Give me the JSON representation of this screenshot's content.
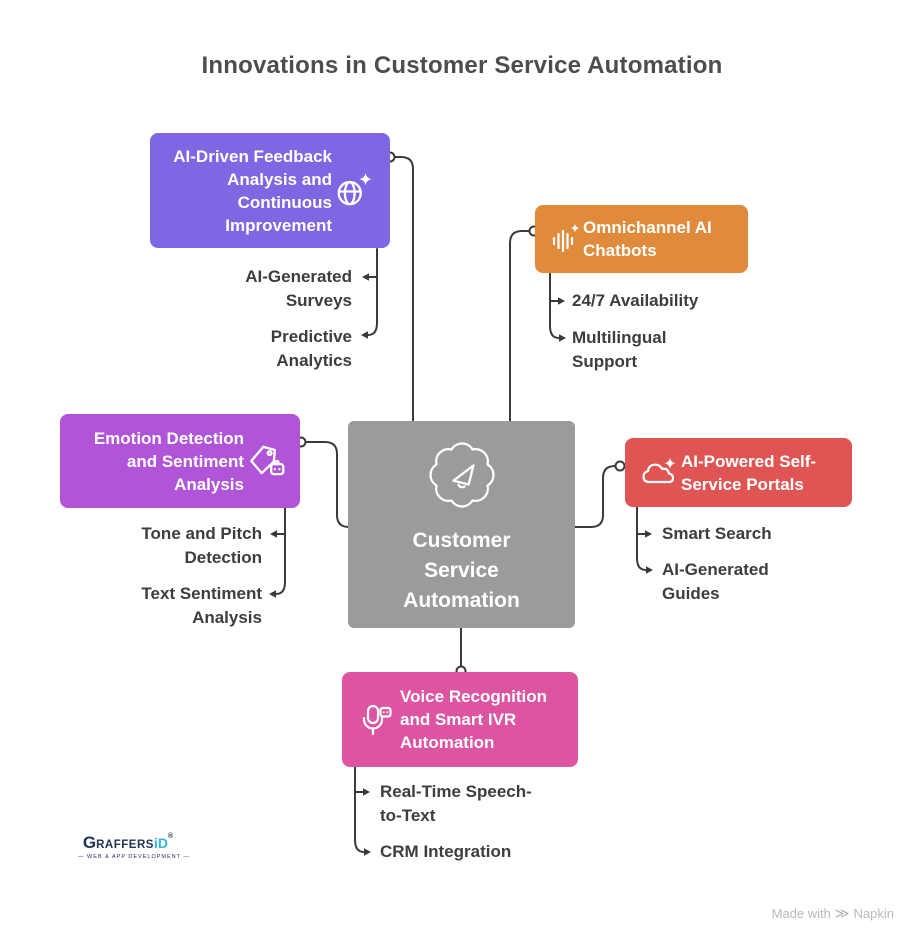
{
  "title": "Innovations in Customer Service Automation",
  "center": {
    "label": "Customer Service Automation",
    "icon": "megaphone-gear"
  },
  "branches": {
    "feedback": {
      "title": "AI-Driven Feedback Analysis and Continuous Improvement",
      "icon": "globe-sparkle",
      "children": [
        "AI-Generated Surveys",
        "Predictive Analytics"
      ]
    },
    "chatbots": {
      "title": "Omnichannel AI Chatbots",
      "icon": "waveform-sparkle",
      "children": [
        "24/7 Availability",
        "Multilingual Support"
      ]
    },
    "emotion": {
      "title": "Emotion Detection and Sentiment Analysis",
      "icon": "tag-chip",
      "children": [
        "Tone and Pitch Detection",
        "Text Sentiment Analysis"
      ]
    },
    "portals": {
      "title": "AI-Powered Self-Service Portals",
      "icon": "cloud-sparkle",
      "children": [
        "Smart Search",
        "AI-Generated Guides"
      ]
    },
    "voice": {
      "title": "Voice Recognition and Smart IVR Automation",
      "icon": "microphone-chip",
      "children": [
        "Real-Time Speech-to-Text",
        "CRM Integration"
      ]
    }
  },
  "colors": {
    "feedback": "#8066E2",
    "chatbots": "#E08A3C",
    "emotion": "#B054D8",
    "portals": "#DE5553",
    "voice": "#DD55A1",
    "center": "#9B9B9B",
    "connector": "#3A3A3A",
    "child_text": "#3D3D3D"
  },
  "logo": {
    "name_g": "G",
    "name_rest": "RAFFERS",
    "name_accent": "iD",
    "reg": "®",
    "tagline": "— WEB & APP DEVELOPMENT —"
  },
  "watermark": {
    "made_with": "Made with",
    "glyph": "≫",
    "brand": "Napkin"
  }
}
